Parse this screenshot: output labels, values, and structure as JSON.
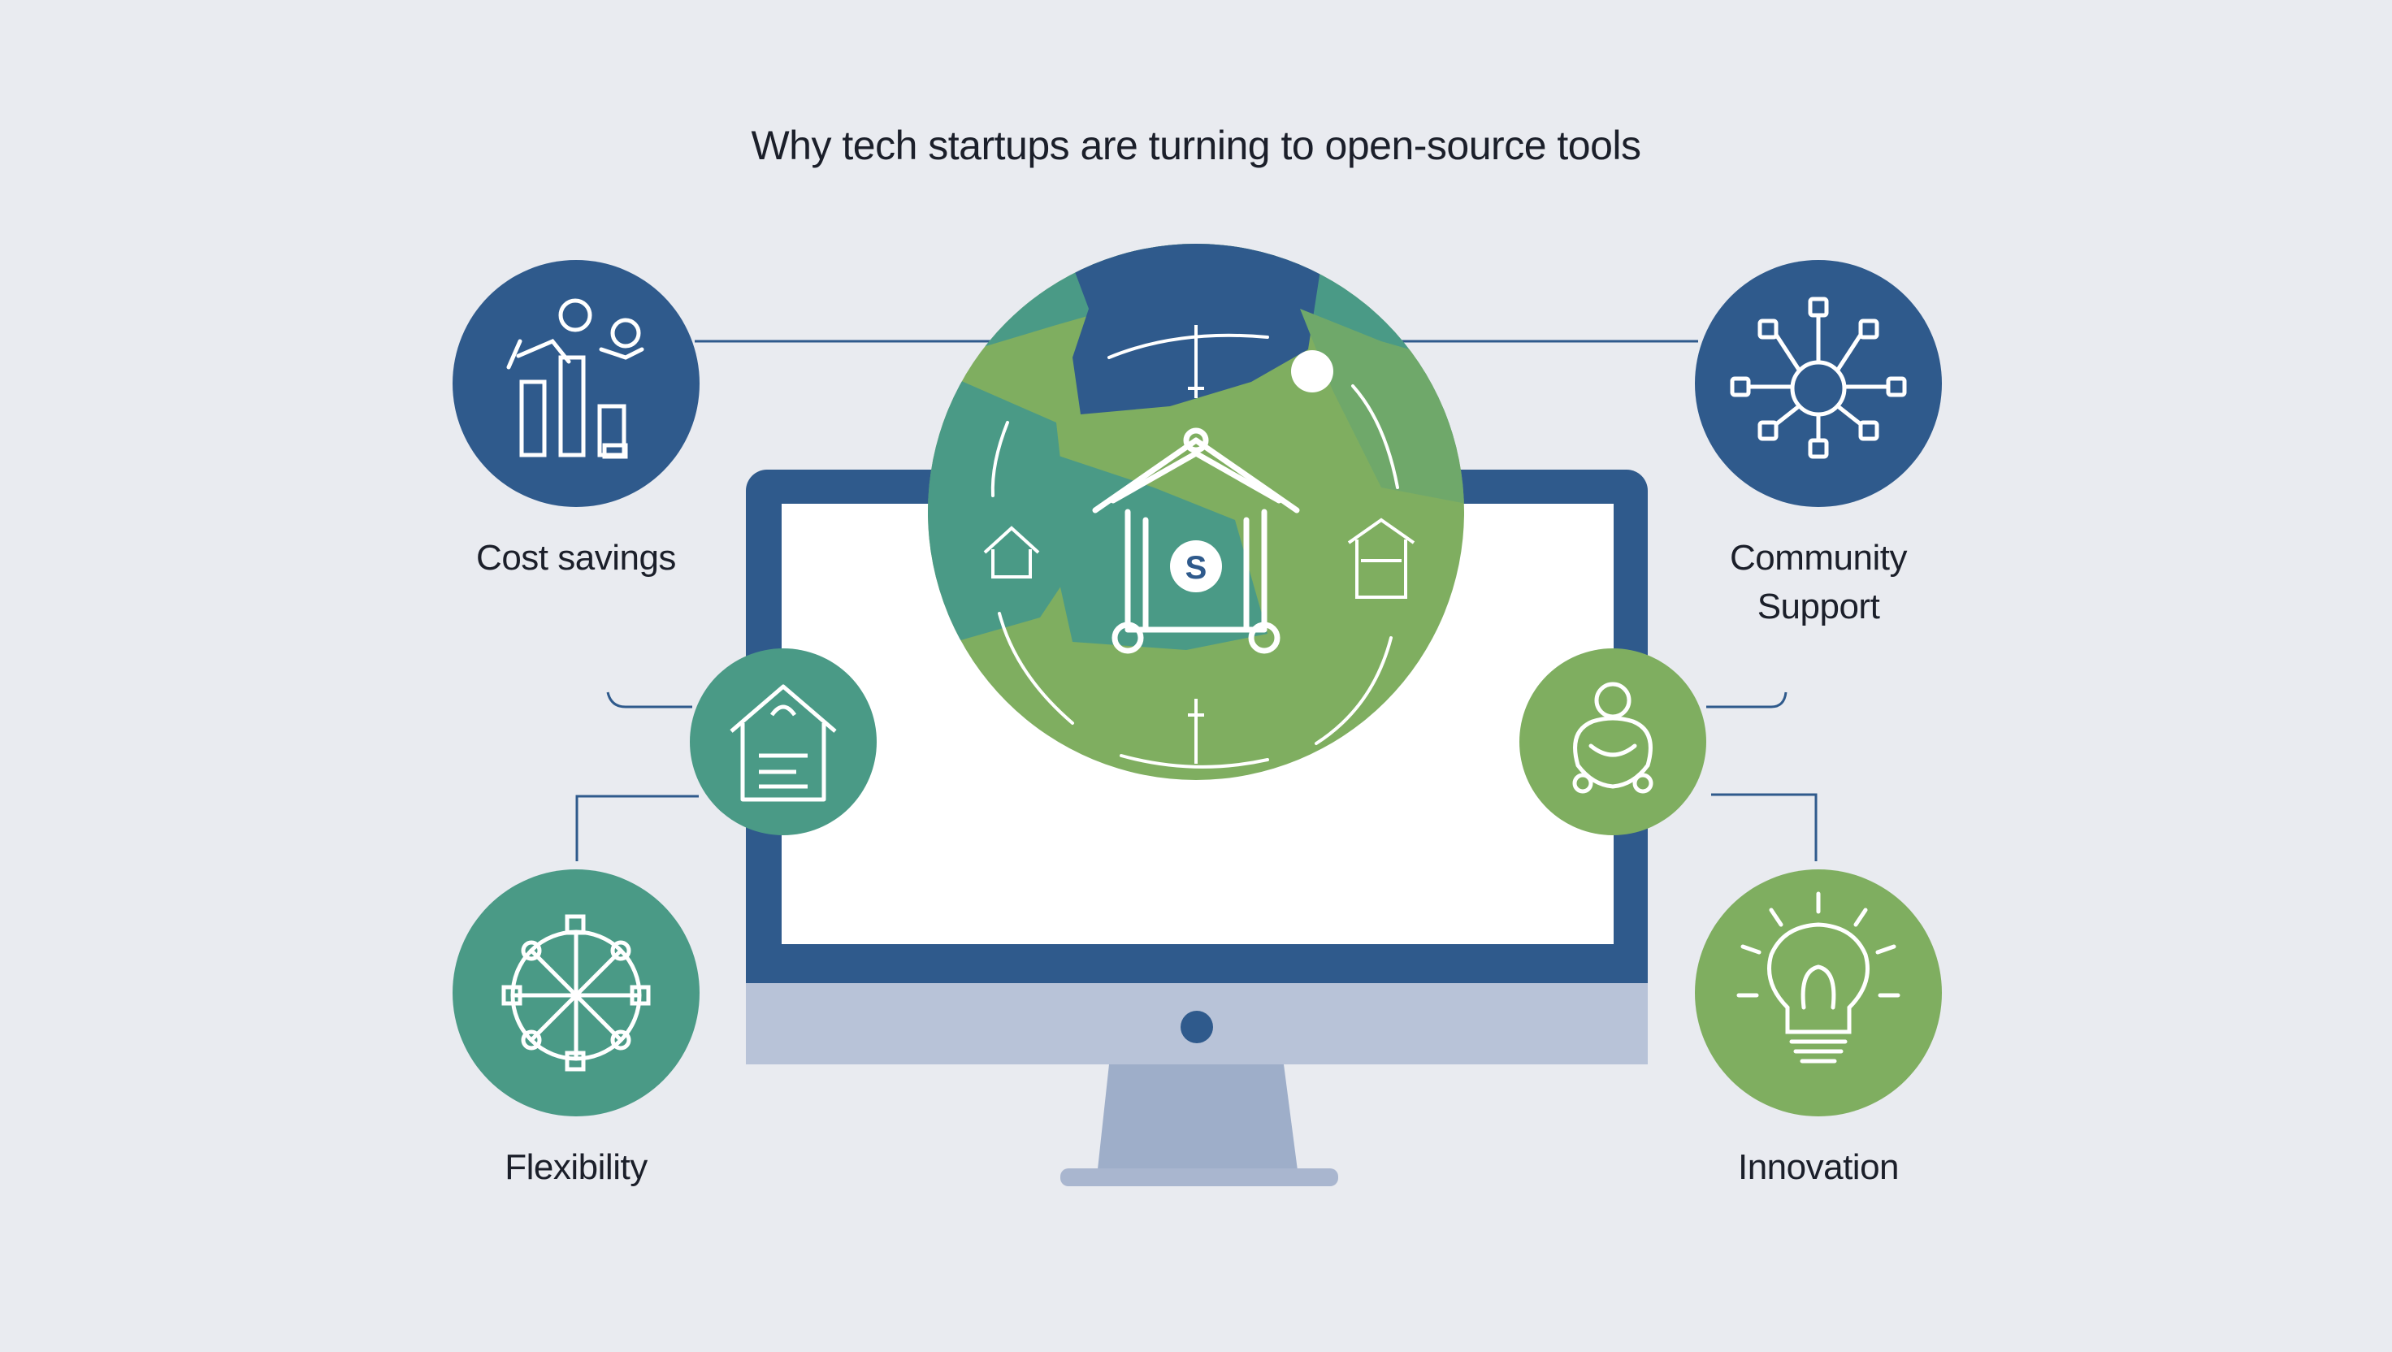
{
  "title": "Why tech startups are turning to open-source tools",
  "center_badge": {
    "letter": "S"
  },
  "benefits": {
    "cost_savings": {
      "label": "Cost savings",
      "icon": "people-chart-icon"
    },
    "community_support": {
      "label_line1": "Community",
      "label_line2": "Support",
      "icon": "network-hub-icon"
    },
    "flexibility": {
      "label": "Flexibility",
      "icon": "connected-nodes-icon"
    },
    "innovation": {
      "label": "Innovation",
      "icon": "lightbulb-icon"
    }
  },
  "colors": {
    "background": "#e9ebf0",
    "navy": "#2f5a8c",
    "teal": "#4a9a86",
    "green": "#7fae60",
    "monitor_stand": "#a3b1cc"
  }
}
